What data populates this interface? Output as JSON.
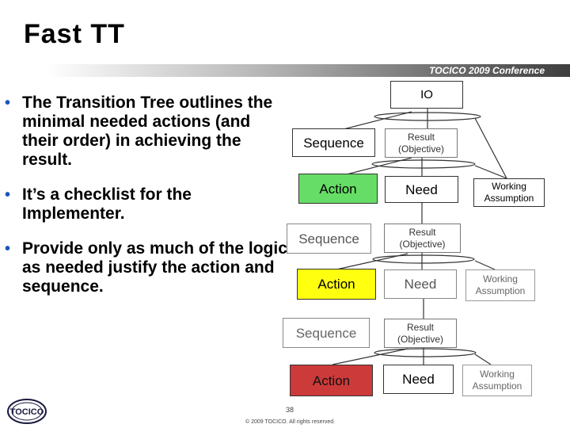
{
  "slide": {
    "title": "Fast TT",
    "banner_text": "TOCICO 2009 Conference",
    "bullets": [
      "The Transition Tree outlines the minimal needed actions (and their order) in achieving the result.",
      "It’s a checklist for the Implementer.",
      "Provide only as much of the logic as needed justify the action and sequence."
    ],
    "page_number": "38",
    "copyright": "© 2009 TOCICO. All rights reserved."
  },
  "diagram": {
    "top": "IO",
    "levels": [
      {
        "sequence": "Sequence",
        "action": "Action",
        "result": "Result (Objective)",
        "need": "Need",
        "assumption": "Working Assumption",
        "action_color": "#66dd66"
      },
      {
        "sequence": "Sequence",
        "action": "Action",
        "result": "Result (Objective)",
        "need": "Need",
        "assumption": "Working Assumption",
        "action_color": "#ffff10"
      },
      {
        "sequence": "Sequence",
        "action": "Action",
        "result": "Result (Objective)",
        "need": "Need",
        "assumption": "Working Assumption",
        "action_color": "#cc3a3a"
      }
    ]
  },
  "colors": {
    "bullet": "#1c56b8"
  },
  "logo": {
    "icon": "tocico-logo-icon",
    "text": "TOCICO"
  }
}
